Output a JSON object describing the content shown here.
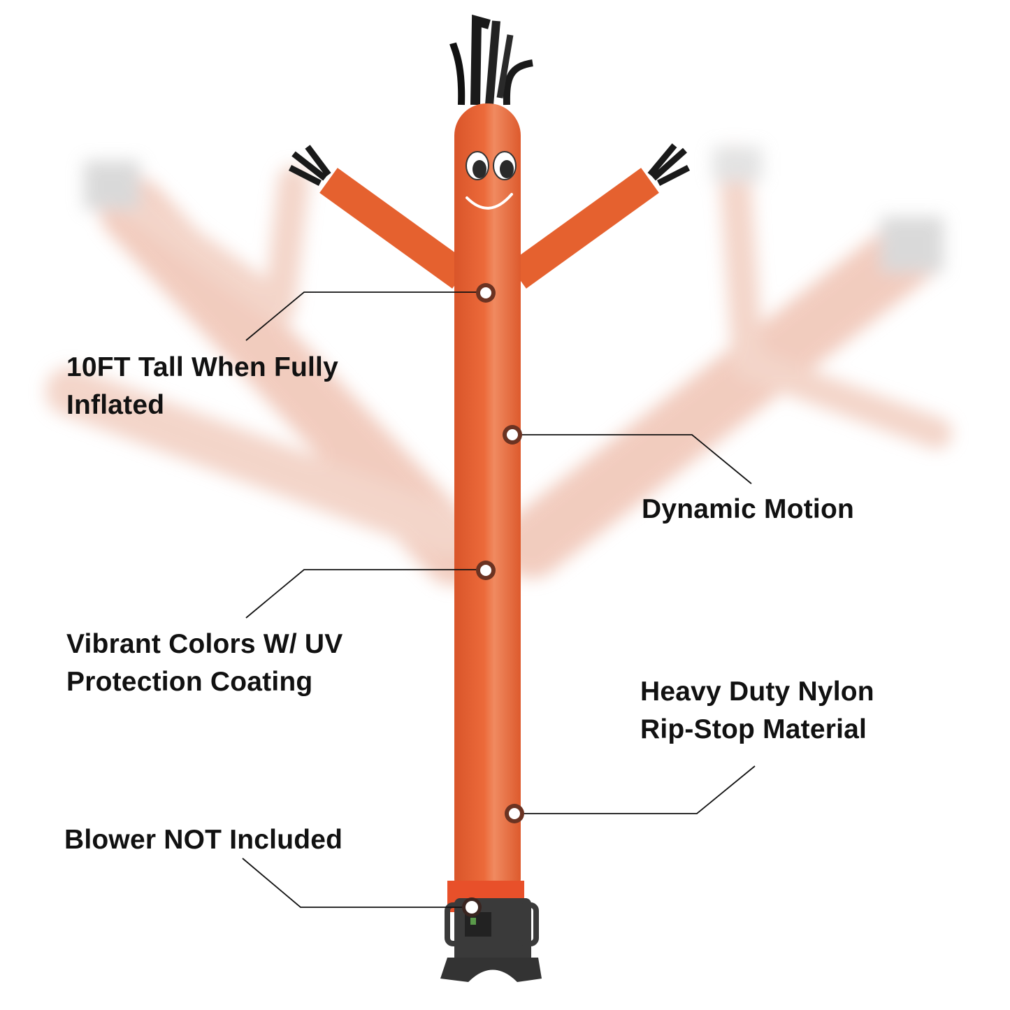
{
  "product": {
    "name": "Inflatable tube man",
    "body_color": "#e8602f",
    "accent_color": "#1a1a1a",
    "base_color": "#3a3a3a"
  },
  "callouts": [
    {
      "id": "height",
      "lines": [
        "10FT Tall When Fully",
        "Inflated"
      ]
    },
    {
      "id": "motion",
      "lines": [
        "Dynamic Motion"
      ]
    },
    {
      "id": "colors",
      "lines": [
        "Vibrant Colors W/ UV",
        "Protection Coating"
      ]
    },
    {
      "id": "material",
      "lines": [
        "Heavy Duty Nylon",
        "Rip-Stop Material"
      ]
    },
    {
      "id": "blower",
      "lines": [
        "Blower NOT Included"
      ]
    }
  ]
}
